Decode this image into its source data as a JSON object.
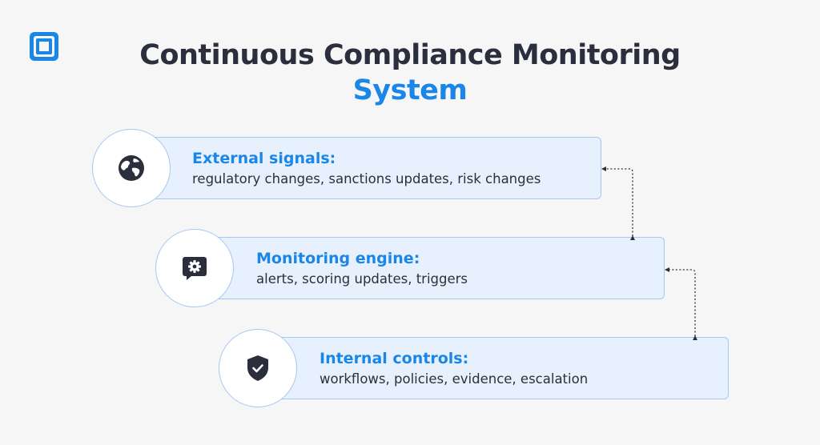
{
  "header": {
    "title_line1": "Continuous Compliance Monitoring",
    "title_line2": "System"
  },
  "steps": [
    {
      "heading": "External signals:",
      "description": "regulatory changes, sanctions updates, risk changes",
      "icon": "globe-icon"
    },
    {
      "heading": "Monitoring engine:",
      "description": "alerts, scoring updates, triggers",
      "icon": "gear-chat-icon"
    },
    {
      "heading": "Internal controls:",
      "description": "workflows, policies, evidence, escalation",
      "icon": "shield-check-icon"
    }
  ],
  "colors": {
    "accent": "#1a86e8",
    "title_dark": "#2b2e3d",
    "card_fill": "#e7f0fd",
    "card_border": "#a6c7f2",
    "icon_dark": "#2b2e3d"
  }
}
